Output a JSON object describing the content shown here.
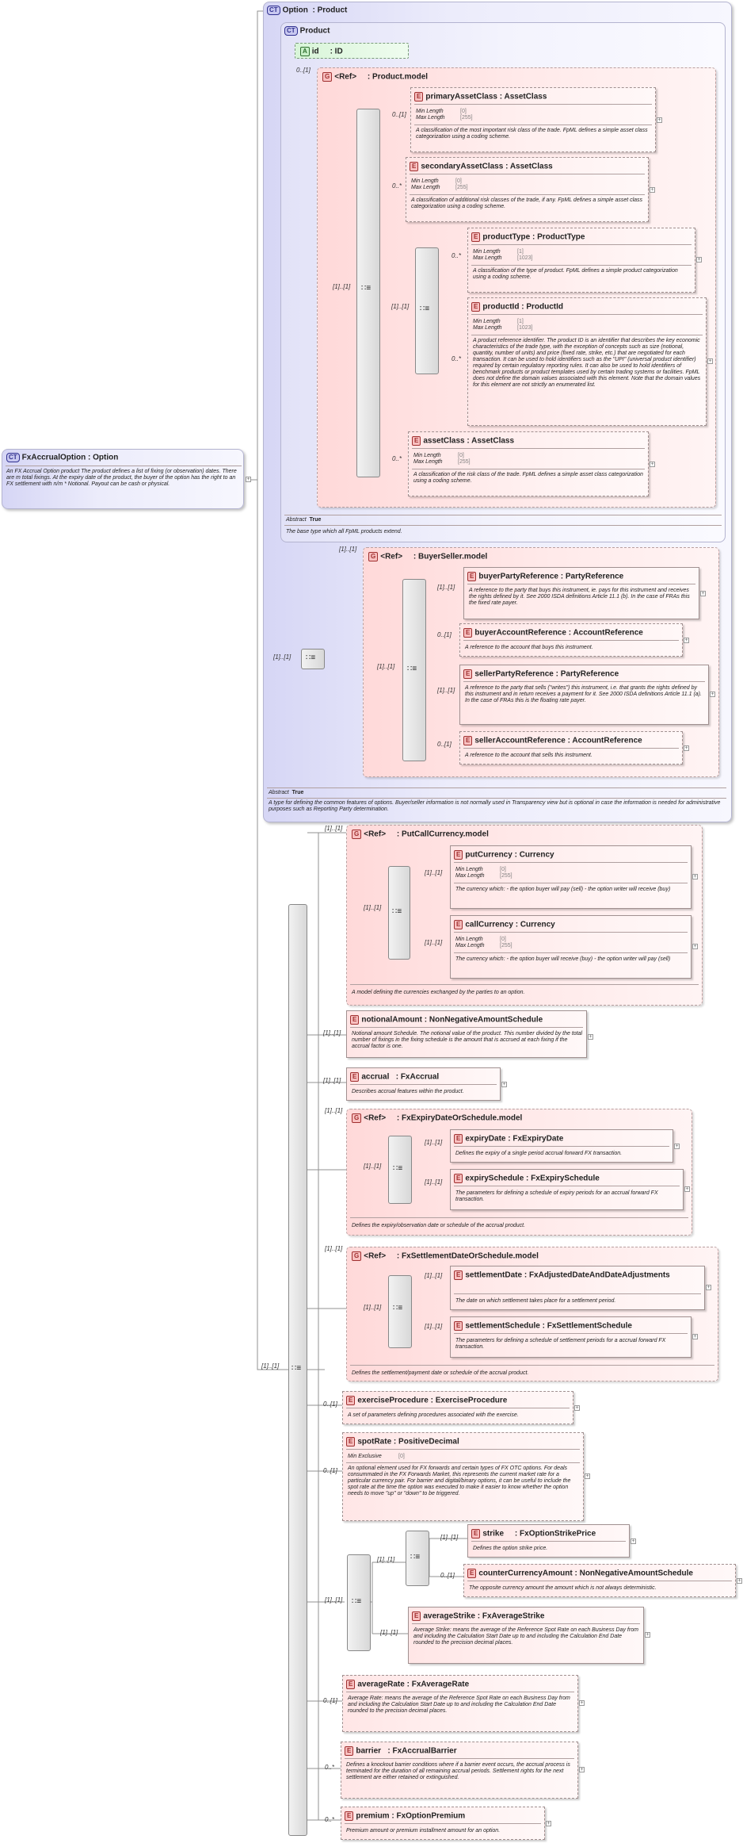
{
  "root": {
    "badge": "CT",
    "name": "FxAccrualOption",
    "type": "Option",
    "desc": "An FX Accrual Option product The product defines a list of fixing (or observation) dates. There are m total fixings. At the expiry date of the product, the buyer of the option has the right to an FX settlement with n/m * Notional. Payout can be cash or physical."
  },
  "option": {
    "badge": "CT",
    "name": "Option",
    "type": "Product",
    "abstract_label": "Abstract",
    "abstract_value": "True",
    "desc": "A type for defining the common features of options. Buyer/seller information is not normally used in Transparency view but is optional in case the information is needed for administrative purposes such as Reporting Party determination."
  },
  "product": {
    "badge": "CT",
    "name": "Product",
    "abstract_label": "Abstract",
    "abstract_value": "True",
    "desc": "The base type which all FpML products extend."
  },
  "id_attr": {
    "badge": "A",
    "name": "id",
    "type": "ID"
  },
  "product_model": {
    "badge": "G",
    "ref": "<Ref>",
    "name": "Product.model"
  },
  "primaryAssetClass": {
    "name": "primaryAssetClass",
    "type": "AssetClass",
    "card": "0..[1]",
    "minlen": "Min Length",
    "minval": "[0]",
    "maxlen": "Max Length",
    "maxval": "[255]",
    "desc": "A classification of the most important risk class of the trade. FpML defines a simple asset class categorization using a coding scheme."
  },
  "secondaryAssetClass": {
    "name": "secondaryAssetClass",
    "type": "AssetClass",
    "card": "0..*",
    "minlen": "Min Length",
    "minval": "[0]",
    "maxlen": "Max Length",
    "maxval": "[255]",
    "desc": "A classification of additional risk classes of the trade, if any. FpML defines a simple asset class categorization using a coding scheme."
  },
  "productType": {
    "name": "productType",
    "type": "ProductType",
    "card": "0..*",
    "minlen": "Min Length",
    "minval": "[1]",
    "maxlen": "Max Length",
    "maxval": "[1023]",
    "desc": "A classification of the type of product. FpML defines a simple product categorization using a coding scheme."
  },
  "productId": {
    "name": "productId",
    "type": "ProductId",
    "card": "0..*",
    "minlen": "Min Length",
    "minval": "[1]",
    "maxlen": "Max Length",
    "maxval": "[1023]",
    "desc": "A product reference identifier. The product ID is an identifier that describes the key economic characteristics of the trade type, with the exception of concepts such as size (notional, quantity, number of units) and price (fixed rate, strike, etc.) that are negotiated for each transaction. It can be used to hold identifiers such as the \"UPI\" (universal product identifier) required by certain regulatory reporting rules. It can also be used to hold identifiers of benchmark products or product templates used by certain trading systems or facilities. FpML does not define the domain values associated with this element. Note that the domain values for this element are not strictly an enumerated list."
  },
  "assetClass": {
    "name": "assetClass",
    "type": "AssetClass",
    "card": "0..*",
    "minlen": "Min Length",
    "minval": "[0]",
    "maxlen": "Max Length",
    "maxval": "[255]",
    "desc": "A classification of the risk class of the trade. FpML defines a simple asset class categorization using a coding scheme."
  },
  "buyerseller_model": {
    "badge": "G",
    "ref": "<Ref>",
    "name": "BuyerSeller.model",
    "card": "[1]..[1]"
  },
  "buyerPartyReference": {
    "name": "buyerPartyReference",
    "type": "PartyReference",
    "card": "[1]..[1]",
    "desc": "A reference to the party that buys this instrument, ie. pays for this instrument and receives the rights defined by it. See 2000 ISDA definitions Article 11.1 (b). In the case of FRAs this the fixed rate payer."
  },
  "buyerAccountReference": {
    "name": "buyerAccountReference",
    "type": "AccountReference",
    "card": "0..[1]",
    "desc": "A reference to the account that buys this instrument."
  },
  "sellerPartyReference": {
    "name": "sellerPartyReference",
    "type": "PartyReference",
    "card": "[1]..[1]",
    "desc": "A reference to the party that sells (\"writes\") this instrument, i.e. that grants the rights defined by this instrument and in return receives a payment for it. See 2000 ISDA definitions Article 11.1 (a). In the case of FRAs this is the floating rate payer."
  },
  "sellerAccountReference": {
    "name": "sellerAccountReference",
    "type": "AccountReference",
    "card": "0..[1]",
    "desc": "A reference to the account that sells this instrument."
  },
  "putcall_model": {
    "badge": "G",
    "ref": "<Ref>",
    "name": "PutCallCurrency.model",
    "card": "[1]..[1]",
    "desc": "A model defining the currencies exchanged by the parties to an option."
  },
  "putCurrency": {
    "name": "putCurrency",
    "type": "Currency",
    "card": "[1]..[1]",
    "minlen": "Min Length",
    "minval": "[0]",
    "maxlen": "Max Length",
    "maxval": "[255]",
    "desc": "The currency which: - the option buyer will pay (sell) - the option writer will receive (buy)"
  },
  "callCurrency": {
    "name": "callCurrency",
    "type": "Currency",
    "card": "[1]..[1]",
    "minlen": "Min Length",
    "minval": "[0]",
    "maxlen": "Max Length",
    "maxval": "[255]",
    "desc": "The currency which: - the option buyer will receive (buy) - the option writer will pay (sell)"
  },
  "notionalAmount": {
    "name": "notionalAmount",
    "type": "NonNegativeAmountSchedule",
    "card": "[1]..[1]",
    "desc": "Notional amount Schedule. The notional value of the product. This number divided by the total number of fixings in the fixing schedule is the amount that is accrued at each fixing if the accrual factor is one."
  },
  "accrual": {
    "name": "accrual",
    "type": "FxAccrual",
    "card": "[1]..[1]",
    "desc": "Describes accrual features within the product."
  },
  "expiry_model": {
    "badge": "G",
    "ref": "<Ref>",
    "name": "FxExpiryDateOrSchedule.model",
    "card": "[1]..[1]",
    "desc": "Defines the expiry/observation date or schedule of the accrual product."
  },
  "expiryDate": {
    "name": "expiryDate",
    "type": "FxExpiryDate",
    "card": "[1]..[1]",
    "desc": "Defines the expiry of a single period accrual forward FX transaction."
  },
  "expirySchedule": {
    "name": "expirySchedule",
    "type": "FxExpirySchedule",
    "card": "[1]..[1]",
    "desc": "The parameters for defining a schedule of expiry periods for an accrual forward FX transaction."
  },
  "settlement_model": {
    "badge": "G",
    "ref": "<Ref>",
    "name": "FxSettlementDateOrSchedule.model",
    "card": "[1]..[1]",
    "desc": "Defines the settlement/payment date or schedule of the accrual product."
  },
  "settlementDate": {
    "name": "settlementDate",
    "type": "FxAdjustedDateAndDateAdjustments",
    "card": "[1]..[1]",
    "desc": "The date on which settlement takes place for a settlement period."
  },
  "settlementSchedule": {
    "name": "settlementSchedule",
    "type": "FxSettlementSchedule",
    "card": "[1]..[1]",
    "desc": "The parameters for defining a schedule of settlement periods for a accrual forward FX transaction."
  },
  "exerciseProcedure": {
    "name": "exerciseProcedure",
    "type": "ExerciseProcedure",
    "card": "0..[1]",
    "desc": "A set of parameters defining procedures associated with the exercise."
  },
  "spotRate": {
    "name": "spotRate",
    "type": "PositiveDecimal",
    "card": "0..[1]",
    "minlen": "Min Exclusive",
    "minval": "[0]",
    "desc": "An optional element used for FX forwards and certain types of FX OTC options. For deals consummated in the FX Forwards Market, this represents the current market rate for a particular currency pair. For barrier and digital/binary options, it can be useful to include the spot rate at the time the option was executed to make it easier to know whether the option needs to move \"up\" or \"down\" to be triggered."
  },
  "strike": {
    "name": "strike",
    "type": "FxOptionStrikePrice",
    "card": "[1]..[1]",
    "desc": "Defines the option strike price."
  },
  "counterCurrencyAmount": {
    "name": "counterCurrencyAmount",
    "type": "NonNegativeAmountSchedule",
    "card": "0..[1]",
    "desc": "The opposite currency amount the amount which is not always deterministic."
  },
  "averageStrike": {
    "name": "averageStrike",
    "type": "FxAverageStrike",
    "card": "[1]..[1]",
    "desc": "Average Strike: means the average of the Reference Spot Rate on each Business Day from and including the Calculation Start Date up to and including the Calculation End Date rounded to the precision decimal places."
  },
  "averageRate": {
    "name": "averageRate",
    "type": "FxAverageRate",
    "card": "0..[1]",
    "desc": "Average Rate: means the average of the Reference Spot Rate on each Business Day from and including the Calculation Start Date up to and including the Calculation End Date rounded to the precision decimal places."
  },
  "barrier": {
    "name": "barrier",
    "type": "FxAccrualBarrier",
    "card": "0..*",
    "desc": "Defines a knockout barrier conditions where if a barrier event occurs, the accrual process is terminated for the duration of all remaining accrual periods. Settlement rights for the next settlement are either retained or extinguished."
  },
  "premium": {
    "name": "premium",
    "type": "FxOptionPremium",
    "card": "0..*",
    "desc": "Premium amount or premium installment amount for an option."
  },
  "cards": {
    "c01": "0..[1]",
    "c11": "[1]..[1]"
  },
  "badge_e": "E",
  "plus": "+"
}
